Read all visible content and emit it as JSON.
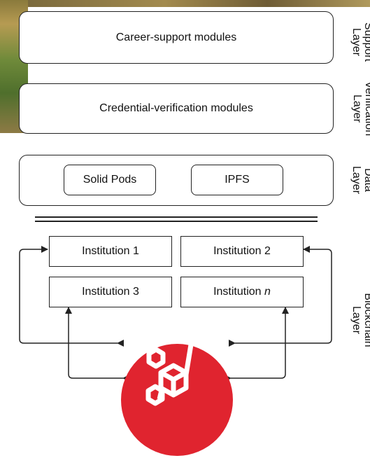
{
  "layers": {
    "support": {
      "box_text": "Career-support modules",
      "label_line1": "Support",
      "label_line2": "Layer"
    },
    "verification": {
      "box_text": "Credential-verification modules",
      "label_line1": "Verification",
      "label_line2": "Layer"
    },
    "data": {
      "label_line1": "Data",
      "label_line2": "Layer",
      "items": [
        "Solid Pods",
        "IPFS"
      ]
    },
    "blockchain": {
      "label_line1": "Blockchain",
      "label_line2": "Layer"
    }
  },
  "institutions": {
    "i1": "Institution 1",
    "i2": "Institution 2",
    "i3": "Institution 3",
    "in_prefix": "Institution ",
    "in_italic": "n"
  },
  "colors": {
    "blockchain_circle": "#e0242f",
    "icon_white": "#ffffff",
    "stroke": "#222222"
  },
  "icons": {
    "blockchain": "hexagon-cube-network-icon"
  }
}
